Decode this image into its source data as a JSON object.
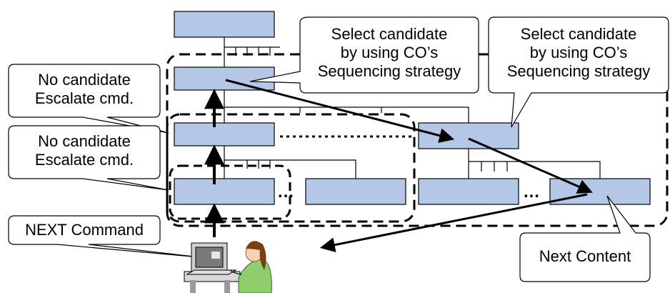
{
  "callouts": {
    "select_top": {
      "line1": "Select candidate",
      "line2": "by using CO’s",
      "line3": "Sequencing strategy"
    },
    "select_right": {
      "line1": "Select candidate",
      "line2": "by using CO’s",
      "line3": "Sequencing strategy"
    },
    "escalate_upper": {
      "line1": "No candidate",
      "line2": "Escalate cmd."
    },
    "escalate_lower": {
      "line1": "No candidate",
      "line2": "Escalate cmd."
    },
    "next_command": {
      "line1": "NEXT Command"
    },
    "next_content": {
      "line1": "Next Content"
    }
  },
  "ellipses": {
    "row3_left": "…",
    "row3_right": "…"
  },
  "colors": {
    "node_fill": "#b4c7e7",
    "node_stroke": "#000000",
    "group_border": "#000000",
    "arrow": "#000000"
  }
}
